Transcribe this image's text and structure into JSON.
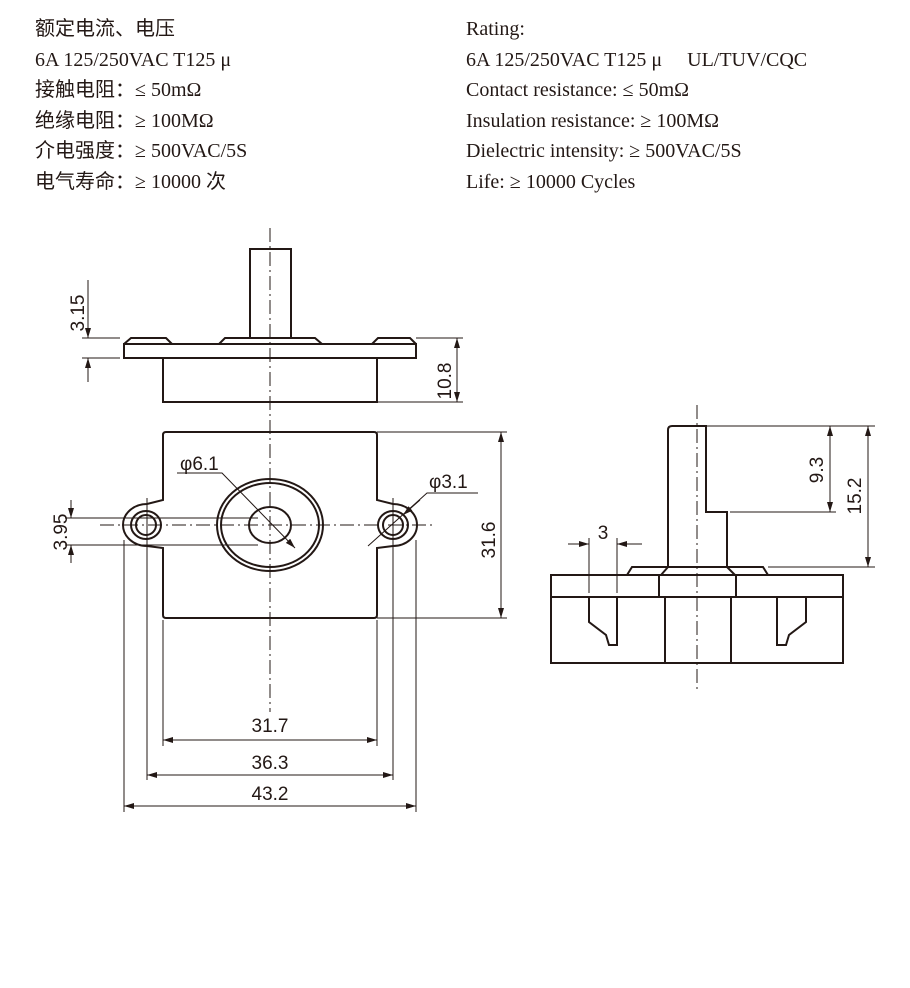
{
  "specs_cn": {
    "title": "额定电流、电压",
    "rating": "6A 125/250VAC T125 μ",
    "contact": "接触电阻：≤ 50mΩ",
    "insulation": "绝缘电阻：≥ 100MΩ",
    "dielectric": "介电强度：≥ 500VAC/5S",
    "life": "电气寿命：≥ 10000 次"
  },
  "specs_en": {
    "title": "Rating:",
    "rating": "6A 125/250VAC T125 μ     UL/TUV/CQC",
    "contact": "Contact resistance: ≤ 50mΩ",
    "insulation": "Insulation resistance: ≥ 100MΩ",
    "dielectric": "Dielectric intensity: ≥ 500VAC/5S",
    "life": "Life: ≥ 10000 Cycles"
  },
  "dimensions": {
    "shaft_flange": "3.15",
    "height_front": "10.8",
    "hole_offset": "3.95",
    "big_hole": "φ6.1",
    "small_hole": "φ3.1",
    "plate_height": "31.6",
    "plate_width": "31.7",
    "hole_spacing": "36.3",
    "overall_width": "43.2",
    "slot_width": "3",
    "shaft_step": "9.3",
    "shaft_height": "15.2"
  }
}
